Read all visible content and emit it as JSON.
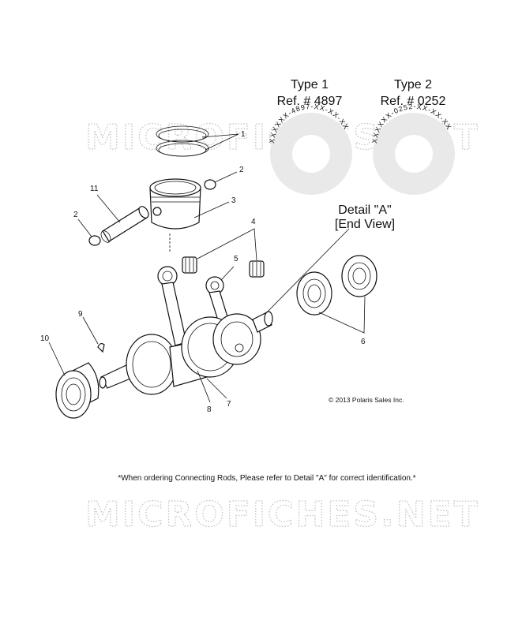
{
  "watermark": "MICROFICHES.NET",
  "detail": {
    "type1_title": "Type 1",
    "type1_ref": "Ref. # 4897",
    "type1_stamp": "XXXXXX-4897-XX-XX-XX",
    "type2_title": "Type 2",
    "type2_ref": "Ref. # 0252",
    "type2_stamp": "XXXXXX-0252-XX-XX-XX",
    "title": "Detail \"A\"",
    "subtitle": "[End View]"
  },
  "callouts": [
    "1",
    "2",
    "3",
    "4",
    "5",
    "6",
    "7",
    "8",
    "9",
    "10",
    "11",
    "2"
  ],
  "copyright": "© 2013 Polaris Sales Inc.",
  "note": "*When ordering Connecting Rods, Please refer to Detail \"A\" for correct identification.*"
}
